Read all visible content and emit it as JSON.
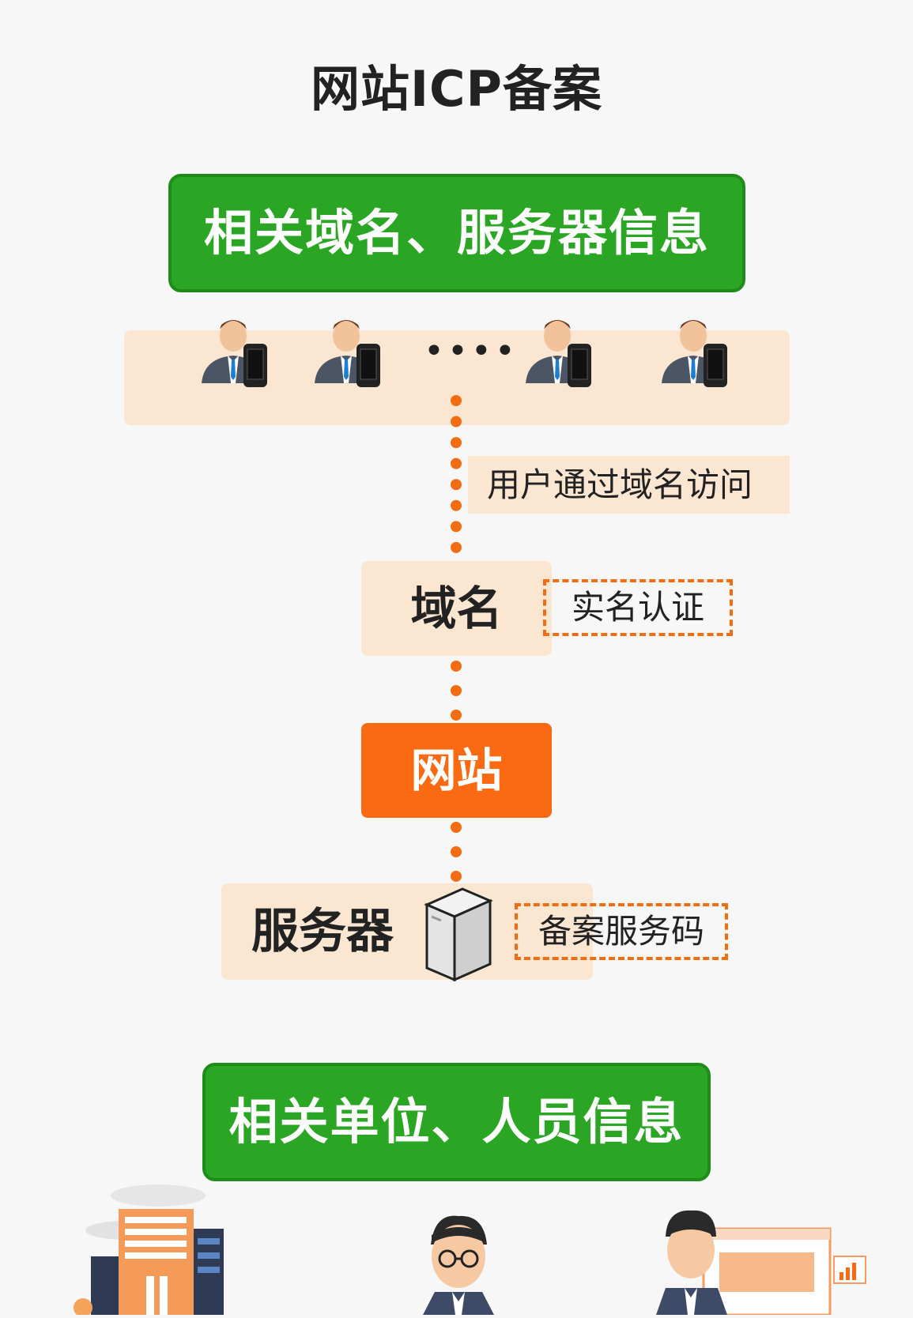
{
  "title": "网站ICP备案",
  "top_box": "相关域名、服务器信息",
  "user_icons": [
    "user-phone-icon",
    "user-phone-icon",
    "user-phone-icon",
    "user-phone-icon"
  ],
  "ellipsis": "••••",
  "access_label": "用户通过域名访问",
  "domain_label": "域名",
  "realname_label": "实名认证",
  "website_label": "网站",
  "server_label": "服务器",
  "filing_code_label": "备案服务码",
  "bottom_box": "相关单位、人员信息",
  "bottom_icons": [
    "building-icon",
    "person-glasses-icon",
    "person-website-icon"
  ],
  "colors": {
    "green": "#2aa624",
    "orange": "#f96a12",
    "peach": "#fbe6d2",
    "dashed_orange": "#f26d12"
  }
}
